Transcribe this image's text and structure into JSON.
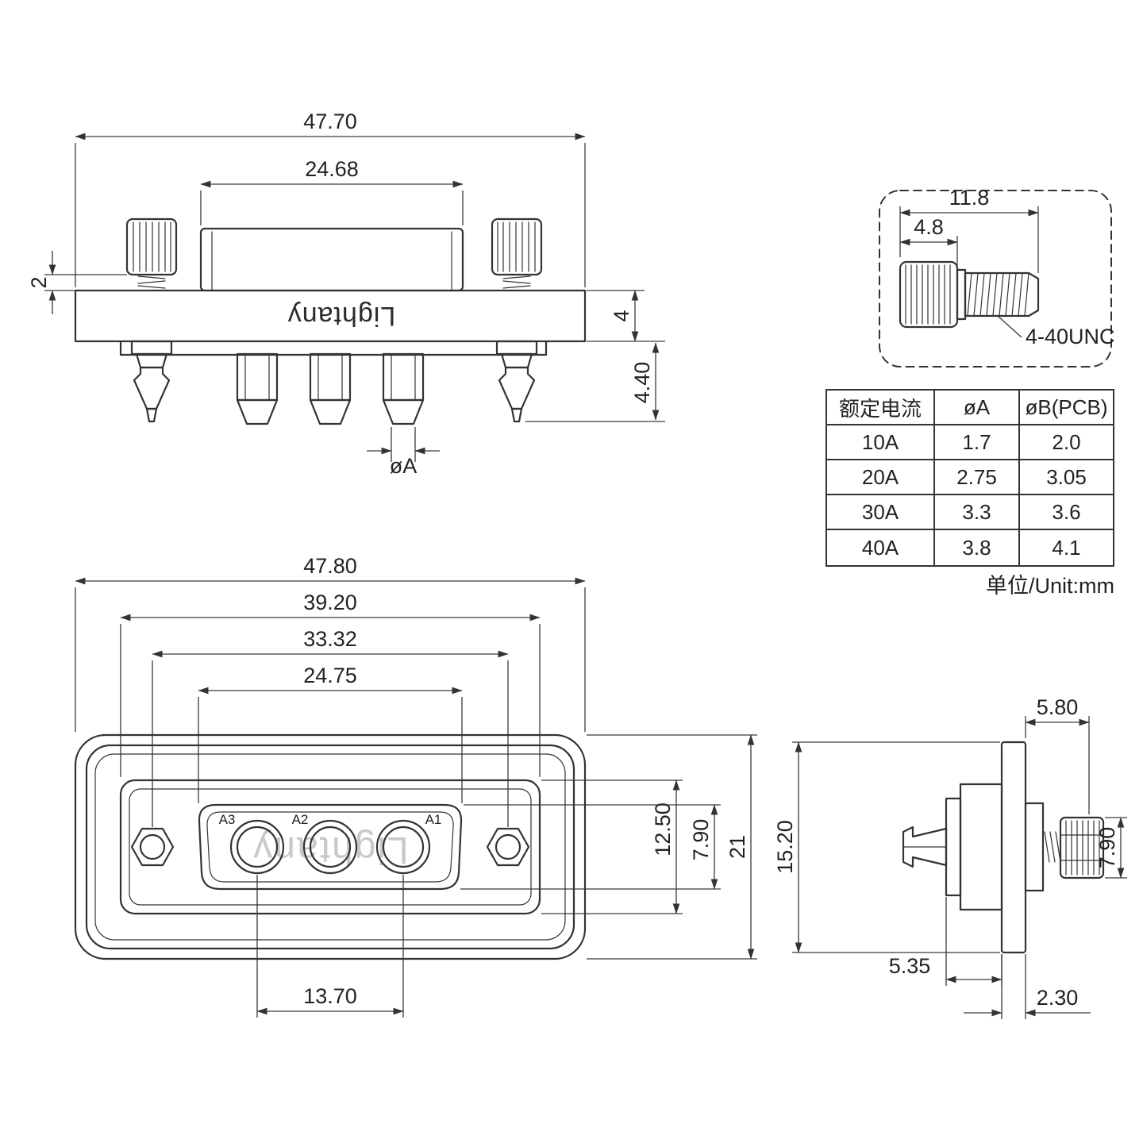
{
  "brand": {
    "name": "Lightany"
  },
  "views": {
    "rear": {
      "dim_overall": "47.70",
      "dim_shell": "24.68",
      "dim_washer": "2",
      "dim_flange": "4",
      "dim_pin": "4.40",
      "dim_pin_dia": "øA"
    },
    "screw_detail": {
      "dim_length": "11.8",
      "dim_head": "4.8",
      "thread_label": "4-40UNC"
    },
    "front": {
      "dim_overall_w": "47.80",
      "dim_gasket_w": "39.20",
      "dim_holes": "33.32",
      "dim_insert_w": "24.75",
      "dim_pitch": "13.70",
      "dim_insert_h": "7.90",
      "dim_gasket_h": "12.50",
      "dim_overall_h": "21",
      "pin_labels": [
        "A3",
        "A2",
        "A1"
      ]
    },
    "side": {
      "dim_rear": "5.80",
      "dim_flange_h": "15.20",
      "dim_screw_h": "7.90",
      "dim_front": "5.35",
      "dim_flange_t": "2.30"
    }
  },
  "table": {
    "headers": [
      "额定电流",
      "øA",
      "øB(PCB)"
    ],
    "rows": [
      [
        "10A",
        "1.7",
        "2.0"
      ],
      [
        "20A",
        "2.75",
        "3.05"
      ],
      [
        "30A",
        "3.3",
        "3.6"
      ],
      [
        "40A",
        "3.8",
        "4.1"
      ]
    ],
    "unit_note": "单位/Unit:mm"
  }
}
